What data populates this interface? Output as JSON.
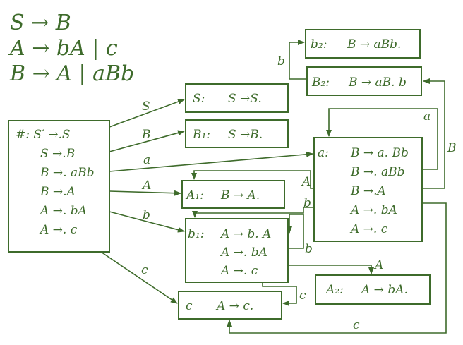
{
  "grammar": [
    "S → B",
    "A → bA | c",
    "B → A | aBb"
  ],
  "states": {
    "start": [
      "#:  S′ →.S",
      "S →.B",
      "B →. aBb",
      "B →.A",
      "A →. bA",
      "A →. c"
    ],
    "s_state": [
      "S:",
      "S →S."
    ],
    "b1_state": [
      "B₁:",
      "S →B."
    ],
    "a_state": [
      "a:",
      "B → a. Bb",
      "B →. aBb",
      "B →.A",
      "A →. bA",
      "A →. c"
    ],
    "a1_state": [
      "A₁:",
      "B → A."
    ],
    "b_lower_state": [
      "b₁:",
      "A → b. A",
      "A →. bA",
      "A →. c"
    ],
    "c_state": [
      "c",
      "A → c."
    ],
    "a2_state": [
      "A₂:",
      "A → bA."
    ],
    "b2_upper_state": [
      "B₂:",
      "B → aB. b"
    ],
    "b2_top_state": [
      "b₂:",
      "B → aBb."
    ]
  },
  "edges": {
    "s": "S",
    "b_to_b1": "B",
    "a_to_a": "a",
    "a_to_a1": "A",
    "b_to_b1l": "b",
    "c_to_c": "c",
    "a_self": "a",
    "a_to_a1_from_a": "A",
    "b_from_a": "b",
    "b_to_b2": "B",
    "b_self": "b",
    "a_to_a2": "A",
    "c_self": "c",
    "b_top": "b",
    "c_bottom": "c"
  },
  "colors": {
    "ink": "#3e6b2b",
    "background": "#ffffff"
  }
}
